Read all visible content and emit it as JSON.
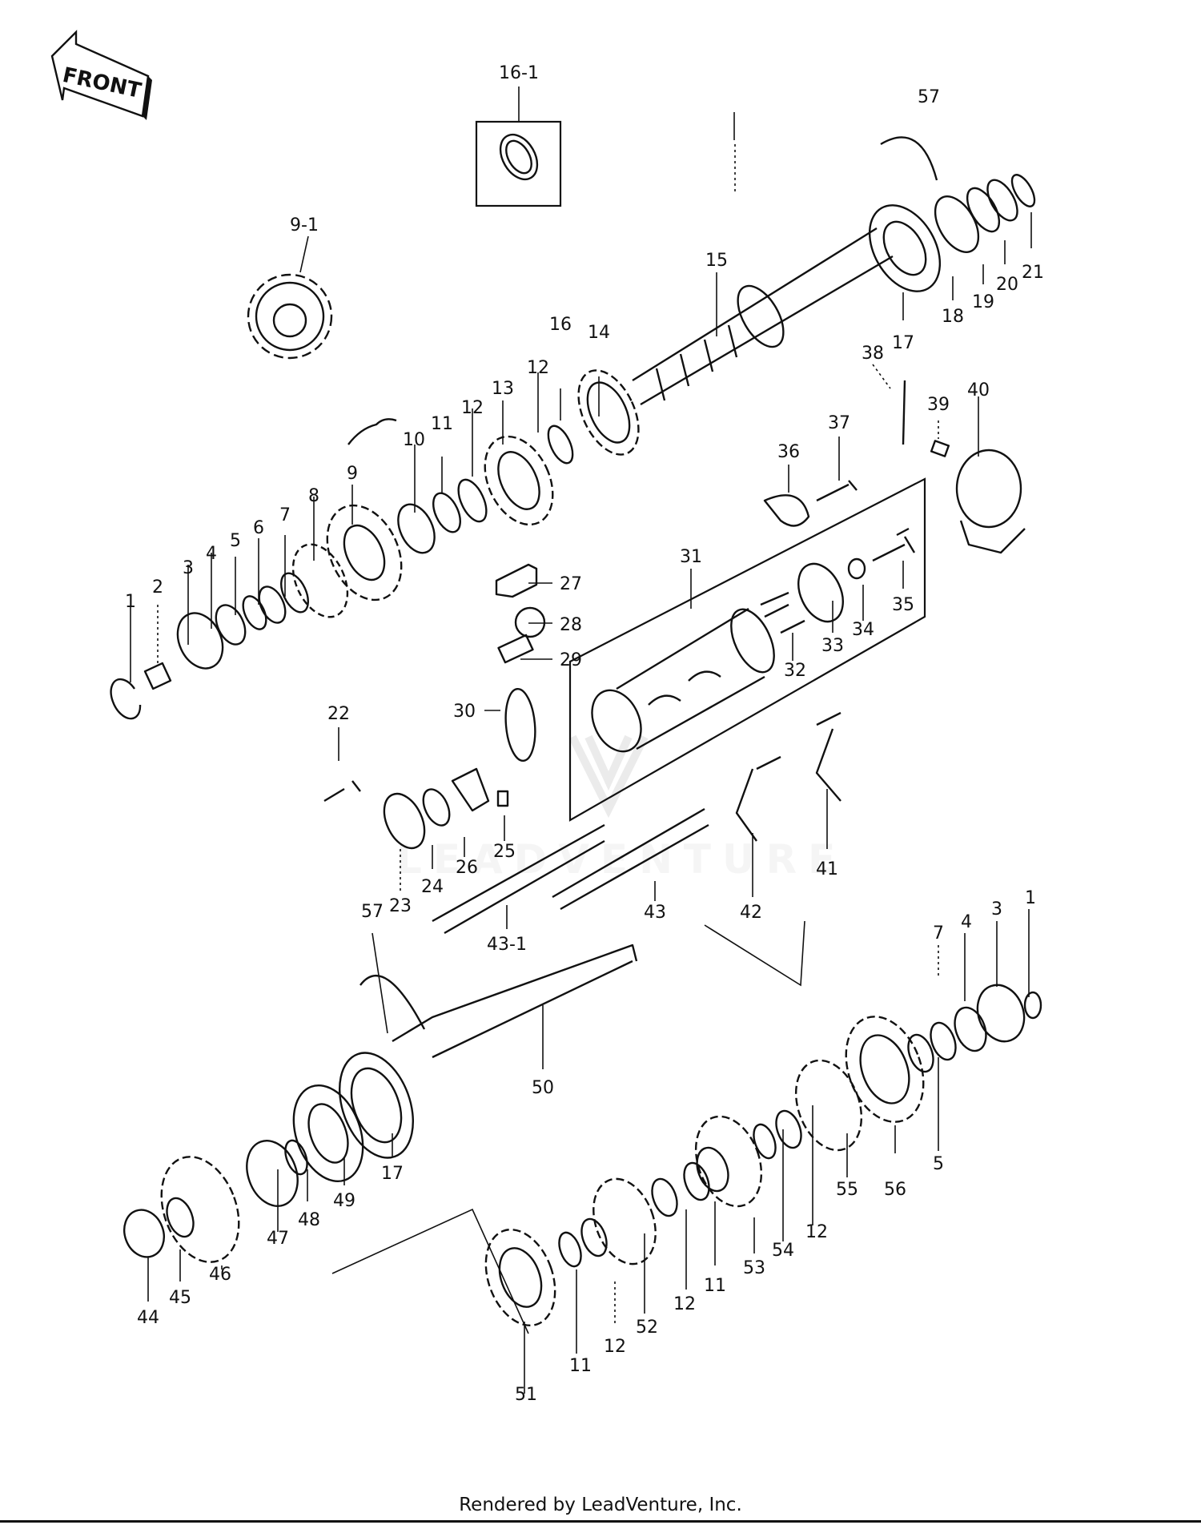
{
  "diagram": {
    "front_marker": "FRONT",
    "watermark": "LEADVENTURE",
    "footer": "Rendered by LeadVenture, Inc.",
    "callouts": {
      "c16_1": "16-1",
      "c9_1": "9-1",
      "c57a": "57",
      "c15": "15",
      "c16": "16",
      "c14": "14",
      "c13": "13",
      "c12a": "12",
      "c12b": "12",
      "c11a": "11",
      "c10": "10",
      "c9": "9",
      "c8": "8",
      "c7a": "7",
      "c6": "6",
      "c5a": "5",
      "c4a": "4",
      "c3a": "3",
      "c2": "2",
      "c1a": "1",
      "c17a": "17",
      "c18": "18",
      "c19": "19",
      "c20": "20",
      "c21": "21",
      "c38": "38",
      "c39": "39",
      "c40": "40",
      "c37": "37",
      "c36": "36",
      "c31": "31",
      "c27": "27",
      "c28": "28",
      "c29": "29",
      "c30": "30",
      "c32": "32",
      "c33": "33",
      "c34": "34",
      "c35": "35",
      "c22": "22",
      "c23": "23",
      "c24": "24",
      "c25": "25",
      "c26": "26",
      "c41": "41",
      "c42": "42",
      "c43": "43",
      "c43_1": "43-1",
      "c57b": "57",
      "c50": "50",
      "c17b": "17",
      "c49": "49",
      "c48": "48",
      "c47": "47",
      "c46": "46",
      "c45": "45",
      "c44": "44",
      "c7b": "7",
      "c4b": "4",
      "c3b": "3",
      "c1b": "1",
      "c5b": "5",
      "c56": "56",
      "c55": "55",
      "c12c": "12",
      "c54": "54",
      "c53": "53",
      "c11b": "11",
      "c12d": "12",
      "c52": "52",
      "c12e": "12",
      "c11c": "11",
      "c51": "51"
    }
  }
}
